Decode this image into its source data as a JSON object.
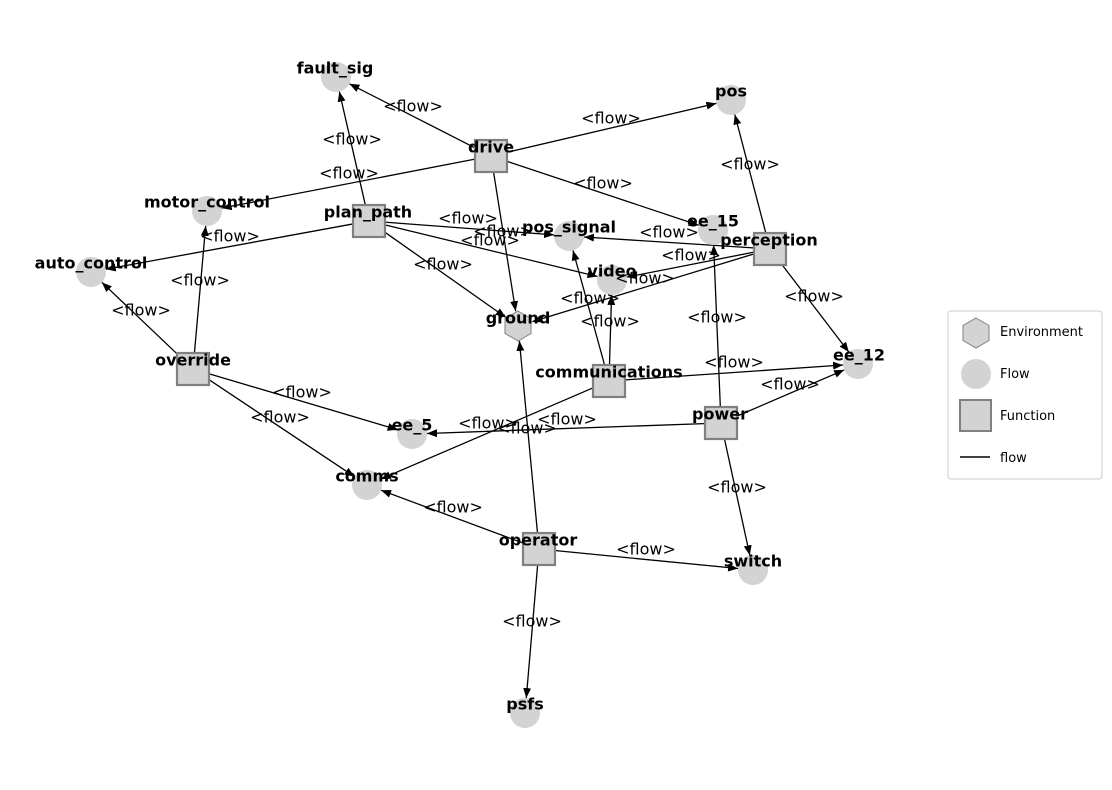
{
  "diagram": {
    "colors": {
      "node_fill": "#d3d3d3",
      "node_stroke": "#808080",
      "edge": "#000000",
      "legend_border": "#cccccc"
    },
    "nodes": [
      {
        "id": "fault_sig",
        "label": "fault_sig",
        "type": "Flow"
      },
      {
        "id": "pos",
        "label": "pos",
        "type": "Flow"
      },
      {
        "id": "drive",
        "label": "drive",
        "type": "Function"
      },
      {
        "id": "motor_control",
        "label": "motor_control",
        "type": "Flow"
      },
      {
        "id": "plan_path",
        "label": "plan_path",
        "type": "Function"
      },
      {
        "id": "pos_signal",
        "label": "pos_signal",
        "type": "Flow"
      },
      {
        "id": "ee_15",
        "label": "ee_15",
        "type": "Flow"
      },
      {
        "id": "perception",
        "label": "perception",
        "type": "Function"
      },
      {
        "id": "auto_control",
        "label": "auto_control",
        "type": "Flow"
      },
      {
        "id": "video",
        "label": "video",
        "type": "Flow"
      },
      {
        "id": "ground",
        "label": "ground",
        "type": "Environment"
      },
      {
        "id": "override",
        "label": "override",
        "type": "Function"
      },
      {
        "id": "communications",
        "label": "communications",
        "type": "Function"
      },
      {
        "id": "ee_12",
        "label": "ee_12",
        "type": "Flow"
      },
      {
        "id": "power",
        "label": "power",
        "type": "Function"
      },
      {
        "id": "ee_5",
        "label": "ee_5",
        "type": "Flow"
      },
      {
        "id": "comms",
        "label": "comms",
        "type": "Flow"
      },
      {
        "id": "operator",
        "label": "operator",
        "type": "Function"
      },
      {
        "id": "switch",
        "label": "switch",
        "type": "Flow"
      },
      {
        "id": "psfs",
        "label": "psfs",
        "type": "Flow"
      }
    ],
    "edges": [
      {
        "from": "drive",
        "to": "fault_sig",
        "label": "<flow>"
      },
      {
        "from": "drive",
        "to": "pos",
        "label": "<flow>"
      },
      {
        "from": "drive",
        "to": "motor_control",
        "label": "<flow>"
      },
      {
        "from": "drive",
        "to": "ee_15",
        "label": "<flow>"
      },
      {
        "from": "drive",
        "to": "ground",
        "label": "<flow>"
      },
      {
        "from": "plan_path",
        "to": "fault_sig",
        "label": "<flow>"
      },
      {
        "from": "plan_path",
        "to": "auto_control",
        "label": "<flow>"
      },
      {
        "from": "plan_path",
        "to": "pos_signal",
        "label": "<flow>"
      },
      {
        "from": "plan_path",
        "to": "video",
        "label": "<flow>"
      },
      {
        "from": "plan_path",
        "to": "ground",
        "label": "<flow>"
      },
      {
        "from": "perception",
        "to": "pos",
        "label": "<flow>"
      },
      {
        "from": "perception",
        "to": "pos_signal",
        "label": "<flow>"
      },
      {
        "from": "perception",
        "to": "video",
        "label": "<flow>"
      },
      {
        "from": "perception",
        "to": "ground",
        "label": "<flow>"
      },
      {
        "from": "perception",
        "to": "ee_12",
        "label": "<flow>"
      },
      {
        "from": "override",
        "to": "auto_control",
        "label": "<flow>"
      },
      {
        "from": "override",
        "to": "motor_control",
        "label": "<flow>"
      },
      {
        "from": "override",
        "to": "ee_5",
        "label": "<flow>"
      },
      {
        "from": "override",
        "to": "comms",
        "label": "<flow>"
      },
      {
        "from": "communications",
        "to": "pos_signal",
        "label": "<flow>"
      },
      {
        "from": "communications",
        "to": "video",
        "label": "<flow>"
      },
      {
        "from": "communications",
        "to": "ee_12",
        "label": "<flow>"
      },
      {
        "from": "communications",
        "to": "comms",
        "label": "<flow>"
      },
      {
        "from": "power",
        "to": "ee_15",
        "label": "<flow>"
      },
      {
        "from": "power",
        "to": "ee_12",
        "label": "<flow>"
      },
      {
        "from": "power",
        "to": "ee_5",
        "label": "<flow>"
      },
      {
        "from": "power",
        "to": "switch",
        "label": "<flow>"
      },
      {
        "from": "operator",
        "to": "ground",
        "label": "<flow>"
      },
      {
        "from": "operator",
        "to": "comms",
        "label": "<flow>"
      },
      {
        "from": "operator",
        "to": "switch",
        "label": "<flow>"
      },
      {
        "from": "operator",
        "to": "psfs",
        "label": "<flow>"
      }
    ],
    "legend": [
      {
        "label": "Environment",
        "shape": "hexagon"
      },
      {
        "label": "Flow",
        "shape": "circle"
      },
      {
        "label": "Function",
        "shape": "square"
      },
      {
        "label": "flow",
        "shape": "line"
      }
    ]
  }
}
